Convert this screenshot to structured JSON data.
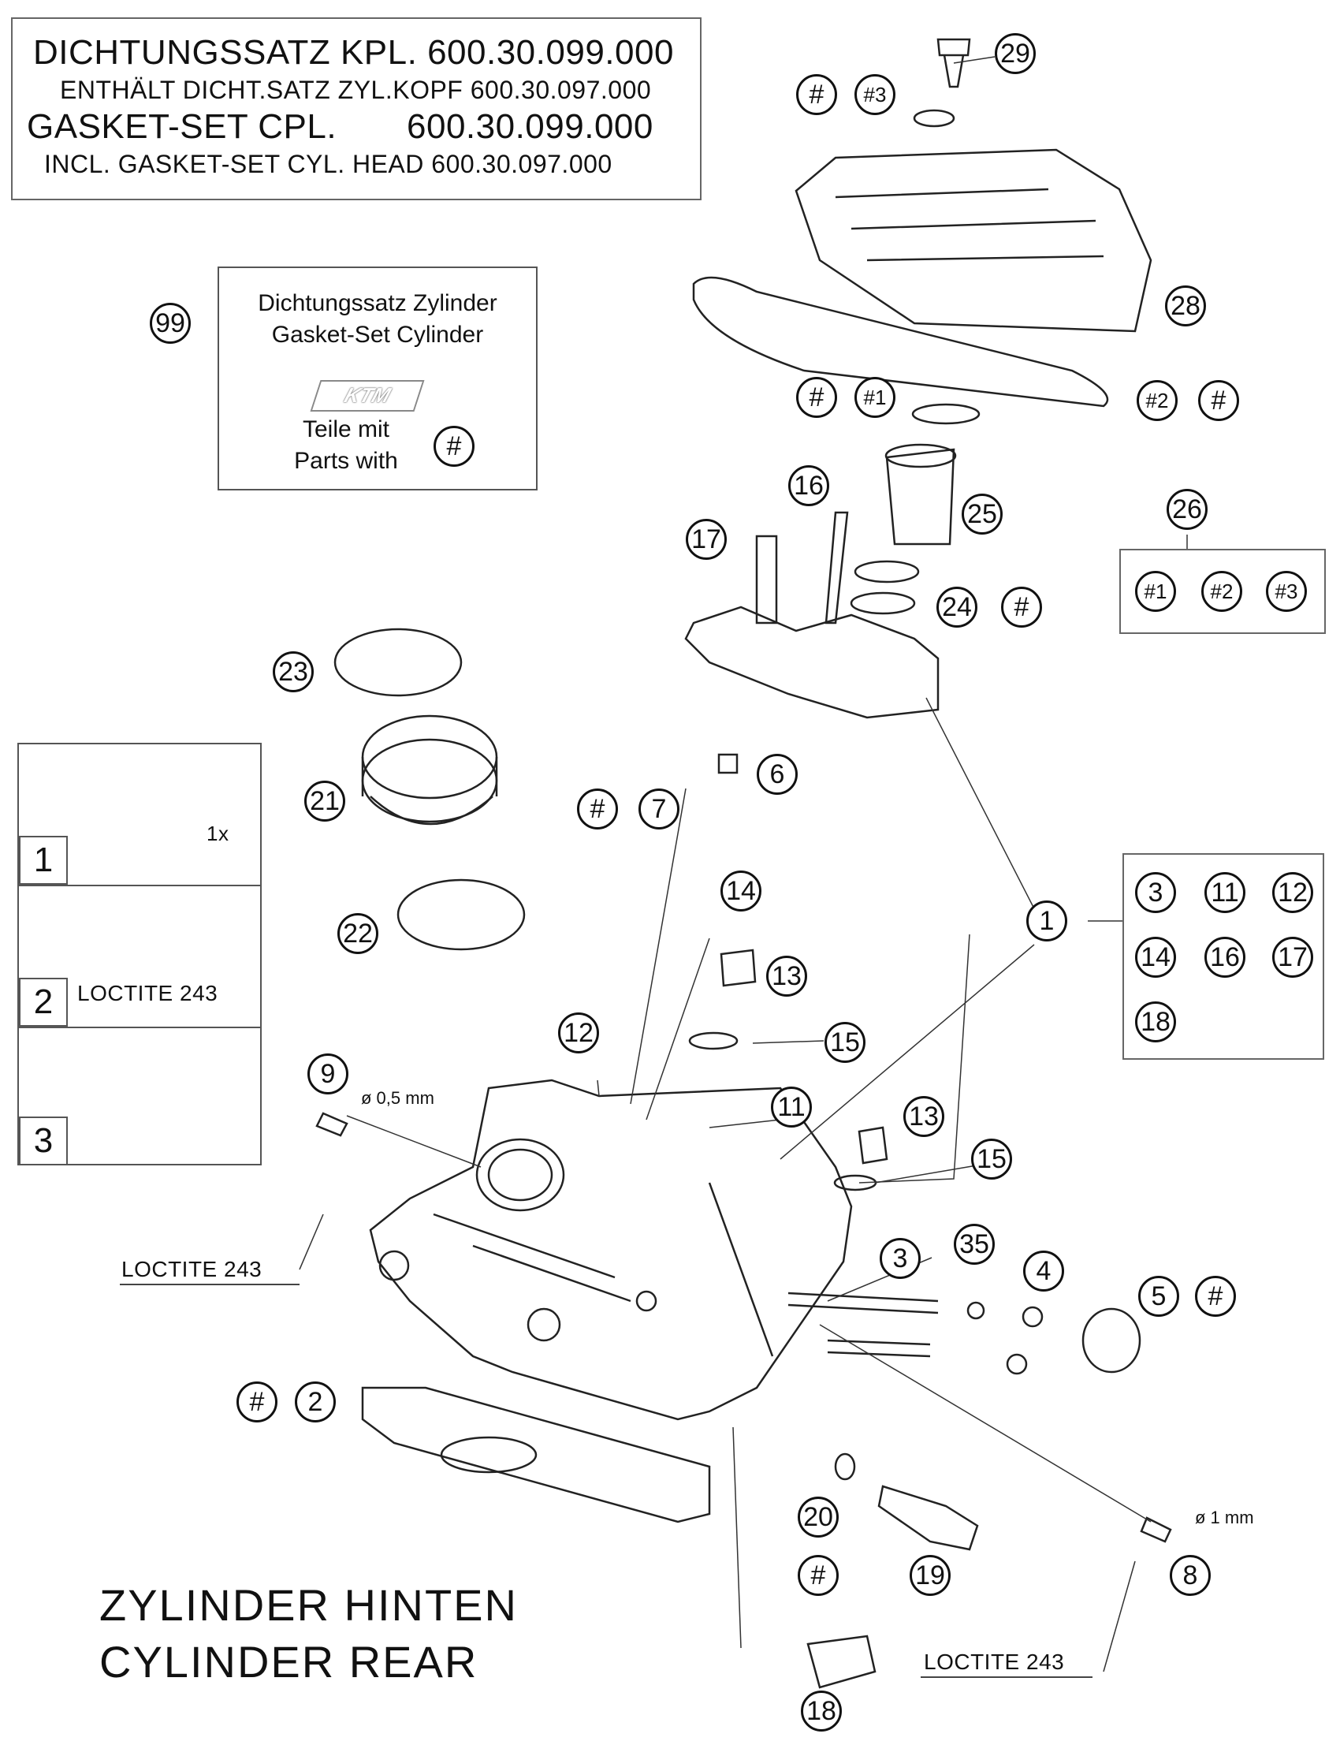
{
  "header": {
    "line1": "DICHTUNGSSATZ KPL. 600.30.099.000",
    "line2": "ENTHÄLT DICHT.SATZ ZYL.KOPF 600.30.097.000",
    "line3_left": "GASKET-SET CPL.",
    "line3_right": "600.30.099.000",
    "line4": "INCL. GASKET-SET CYL. HEAD 600.30.097.000"
  },
  "kit_box": {
    "callout": "99",
    "title_de": "Dichtungssatz Zylinder",
    "title_en": "Gasket-Set Cylinder",
    "logo": "KTM",
    "parts_de": "Teile mit",
    "parts_en": "Parts with",
    "parts_symbol": "#"
  },
  "steps": [
    {
      "number": "1",
      "note": "1x"
    },
    {
      "number": "2",
      "note": "LOCTITE 243"
    },
    {
      "number": "3",
      "note": ""
    }
  ],
  "group_1": {
    "callout": "1",
    "members": [
      "3",
      "11",
      "12",
      "14",
      "16",
      "17",
      "18"
    ]
  },
  "group_26": {
    "callout": "26",
    "members": [
      "#1",
      "#2",
      "#3"
    ]
  },
  "callouts": {
    "c29": "29",
    "c28": "28",
    "c25": "25",
    "c24": "24",
    "c23": "23",
    "c21": "21",
    "c22": "22",
    "c17": "17",
    "c16": "16",
    "c6": "6",
    "c7": "7",
    "c14": "14",
    "c13a": "13",
    "c13b": "13",
    "c15a": "15",
    "c15b": "15",
    "c12": "12",
    "c11": "11",
    "c9": "9",
    "c3": "3",
    "c35": "35",
    "c4": "4",
    "c5": "5",
    "c2": "2",
    "c20": "20",
    "c19": "19",
    "c8": "8",
    "c18": "18",
    "hash": "#",
    "hash1": "#1",
    "hash2": "#2",
    "hash3": "#3"
  },
  "labels": {
    "loctite_left": "LOCTITE 243",
    "loctite_right": "LOCTITE 243",
    "dim_05": "ø 0,5 mm",
    "dim_1": "ø 1 mm"
  },
  "title": {
    "line1": "ZYLINDER HINTEN",
    "line2": "CYLINDER REAR"
  }
}
